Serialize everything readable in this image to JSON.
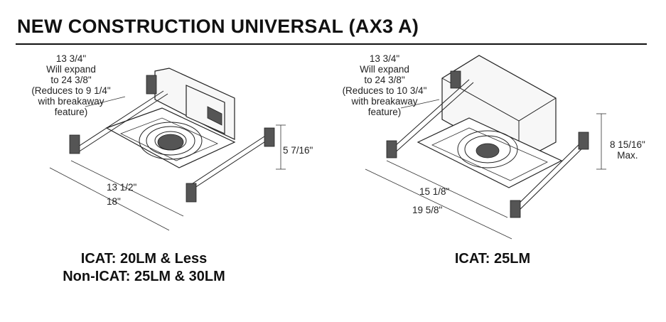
{
  "header": {
    "title": "NEW CONSTRUCTION UNIVERSAL (AX3 A)"
  },
  "left_fixture": {
    "expand_note": [
      "13 3/4\"",
      "Will expand",
      "to 24 3/8\"",
      "(Reduces to 9 1/4\"",
      "with breakaway",
      "feature)"
    ],
    "height_label": "5 7/16\"",
    "width_inner_label": "13 1/2\"",
    "width_outer_label": "18\"",
    "caption_lines": [
      "ICAT: 20LM & Less",
      "Non-ICAT: 25LM & 30LM"
    ]
  },
  "right_fixture": {
    "expand_note": [
      "13 3/4\"",
      "Will expand",
      "to 24 3/8\"",
      "(Reduces to 10 3/4\"",
      "with breakaway",
      "feature)"
    ],
    "height_label_lines": [
      "8 15/16\"",
      "Max."
    ],
    "width_inner_label": "15 1/8\"",
    "width_outer_label": "19 5/8\"",
    "caption_lines": [
      "ICAT: 25LM"
    ]
  }
}
